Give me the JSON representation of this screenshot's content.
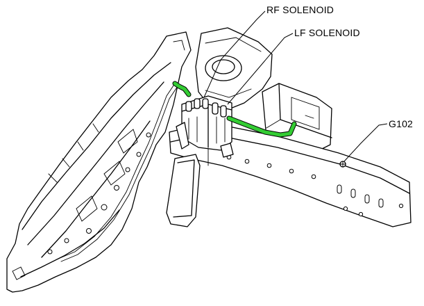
{
  "callouts": {
    "rf_solenoid": "RF SOLENOID",
    "lf_solenoid": "LF SOLENOID",
    "ground": "G102"
  },
  "colors": {
    "highlight_harness": "#33cc33",
    "outline": "#000000",
    "background": "#ffffff"
  }
}
